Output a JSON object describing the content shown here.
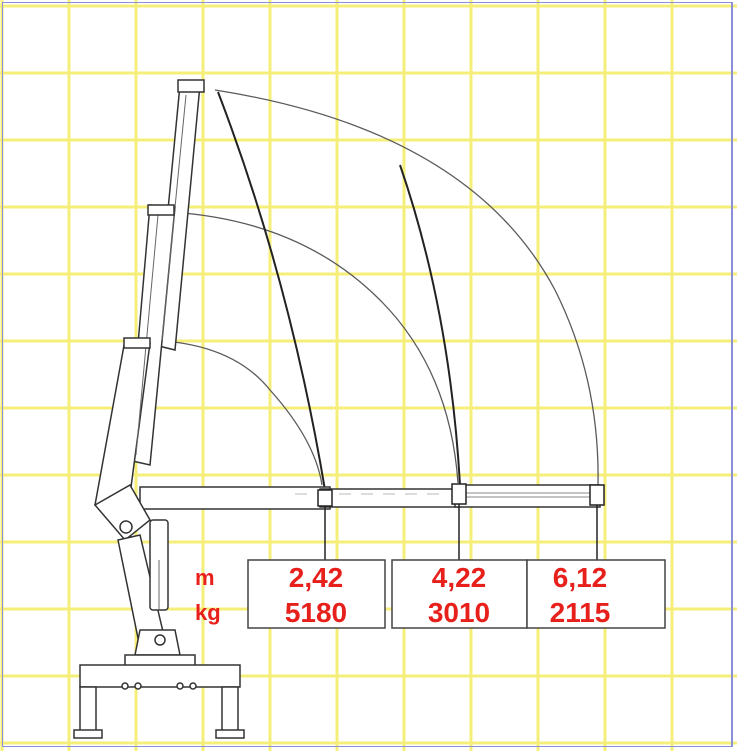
{
  "units": {
    "reach": "m",
    "load": "kg"
  },
  "load_chart": [
    {
      "reach": "2,42",
      "load": "5180"
    },
    {
      "reach": "4,22",
      "load": "3010"
    },
    {
      "reach": "6,12",
      "load": "2115"
    }
  ],
  "colors": {
    "grid": "#f5ef7a",
    "line": "#3a3a3a",
    "text": "#e8201c",
    "frame": "#8a8fd8"
  }
}
